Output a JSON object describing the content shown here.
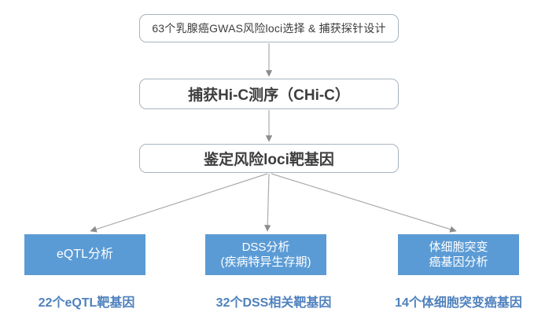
{
  "flow": {
    "step1": "63个乳腺癌GWAS风险loci选择 & 捕获探针设计",
    "step2": "捕获Hi-C测序（CHi-C）",
    "step3": "鉴定风险loci靶基因"
  },
  "branches": [
    {
      "line1": "eQTL分析",
      "result": "22个eQTL靶基因"
    },
    {
      "line1": "DSS分析",
      "line2": "(疾病特异生存期)",
      "result": "32个DSS相关靶基因"
    },
    {
      "line1": "体细胞突变",
      "line2": "癌基因分析",
      "result": "14个体细胞突变癌基因"
    }
  ],
  "colors": {
    "branch_box_bg": "#5b9bd5",
    "branch_box_text": "#ffffff",
    "result_text": "#4f81bd",
    "flow_box_border": "#a9b3bd",
    "flow_box_text": "#3d3d3d",
    "arrow_line": "#ababab",
    "arrow_head": "#8c8c8c"
  }
}
